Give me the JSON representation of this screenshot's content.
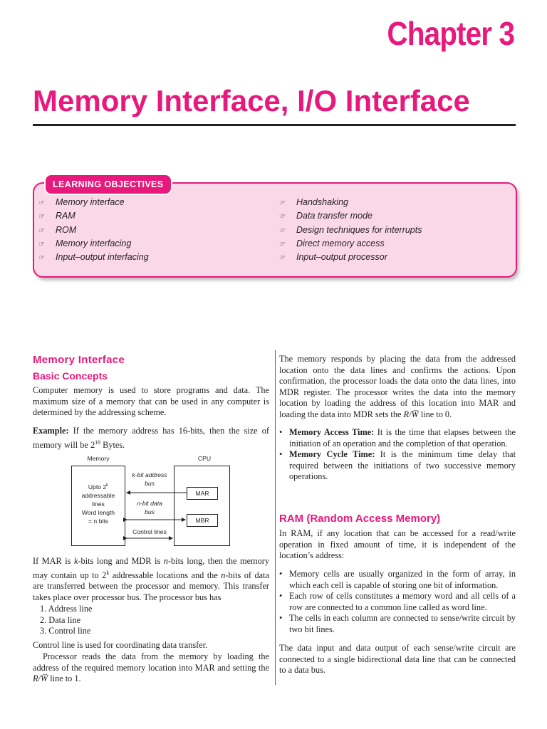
{
  "header": {
    "chapter_label": "Chapter 3",
    "chapter_title": "Memory Interface, I/O Interface"
  },
  "learning_objectives": {
    "tab_label": "LEARNING OBJECTIVES",
    "bullet_glyph": "☞",
    "left": [
      "Memory interface",
      "RAM",
      "ROM",
      "Memory interfacing",
      "Input–output interfacing"
    ],
    "right": [
      "Handshaking",
      "Data transfer mode",
      "Design techniques for interrupts",
      "Direct memory access",
      "Input–output processor"
    ]
  },
  "left_column": {
    "section_heading": "Memory Interface",
    "subheading": "Basic Concepts",
    "para1": "Computer memory is used to store programs and data. The maximum size of a memory that can be used in any computer is determined by the addressing scheme.",
    "example_label": "Example:",
    "example_text_a": " If the memory address has 16-bits, then the size of memory will be 2",
    "example_exp": "16",
    "example_text_b": " Bytes.",
    "figure": {
      "memory_label": "Memory",
      "cpu_label": "CPU",
      "mem_line1": "Upto 2",
      "mem_line1_exp": "k",
      "mem_line2": "addressable",
      "mem_line3": "lines",
      "mem_line4": "Word length",
      "mem_line5": "= n bits",
      "addr_bus_1": "k-bit address",
      "addr_bus_2": "bus",
      "data_bus_1": "n-bit data",
      "data_bus_2": "bus",
      "control_lines": "Control lines",
      "mar": "MAR",
      "mbr": "MBR"
    },
    "para2_a": "If MAR is ",
    "para2_k": "k",
    "para2_b": "-bits long and MDR is ",
    "para2_n": "n",
    "para2_c": "-bits long, then the memory may contain up to 2",
    "para2_exp": "k",
    "para2_d": " addressable locations and the ",
    "para2_n2": "n",
    "para2_e": "-bits of data are transferred between the processor and memory. This transfer takes place over processor bus. The processor bus has",
    "bus_list": [
      "1.  Address line",
      "2.  Data line",
      "3.  Control line"
    ],
    "para3": "Control line is used for coordinating data transfer.",
    "para4_a": "Processor reads the data from the memory by loading the address of the required memory location into MAR and setting the ",
    "para4_rw": "R/W̅",
    "para4_b": " line to 1."
  },
  "right_column": {
    "para1_a": "The memory responds by placing the data from the addressed location onto the data lines and confirms the actions. Upon confirmation, the processor loads the data onto the data lines, into MDR register. The processor writes the data into the memory location by loading the address of this location into MAR and loading the data into MDR sets the ",
    "para1_rw": "R/W̅",
    "para1_b": " line to 0.",
    "bullets": [
      {
        "term": "Memory Access Time:",
        "text": " It is the time that elapses between the initiation of an operation and the completion of that operation."
      },
      {
        "term": "Memory Cycle Time:",
        "text": " It is the minimum time delay that required between the initiations of two successive memory operations."
      }
    ],
    "ram_heading": "RAM (Random Access Memory)",
    "ram_para": "In RAM, if any location that can be accessed for a read/write operation in fixed amount of time, it is independent of the location’s address:",
    "ram_bullets": [
      "Memory cells are usually organized in the form of array, in which each cell is capable of storing one bit of information.",
      "Each row of cells constitutes a memory word and all cells of a row are connected to a common line called as word line.",
      "The cells in each column are connected to sense/write circuit by two bit lines."
    ],
    "final_para": "The data input and data output of each sense/write circuit are connected to a single bidirectional data line that can be connected to a data bus."
  },
  "colors": {
    "accent": "#e8197c",
    "lo_background": "#fbd8e7",
    "text": "#231f20"
  }
}
